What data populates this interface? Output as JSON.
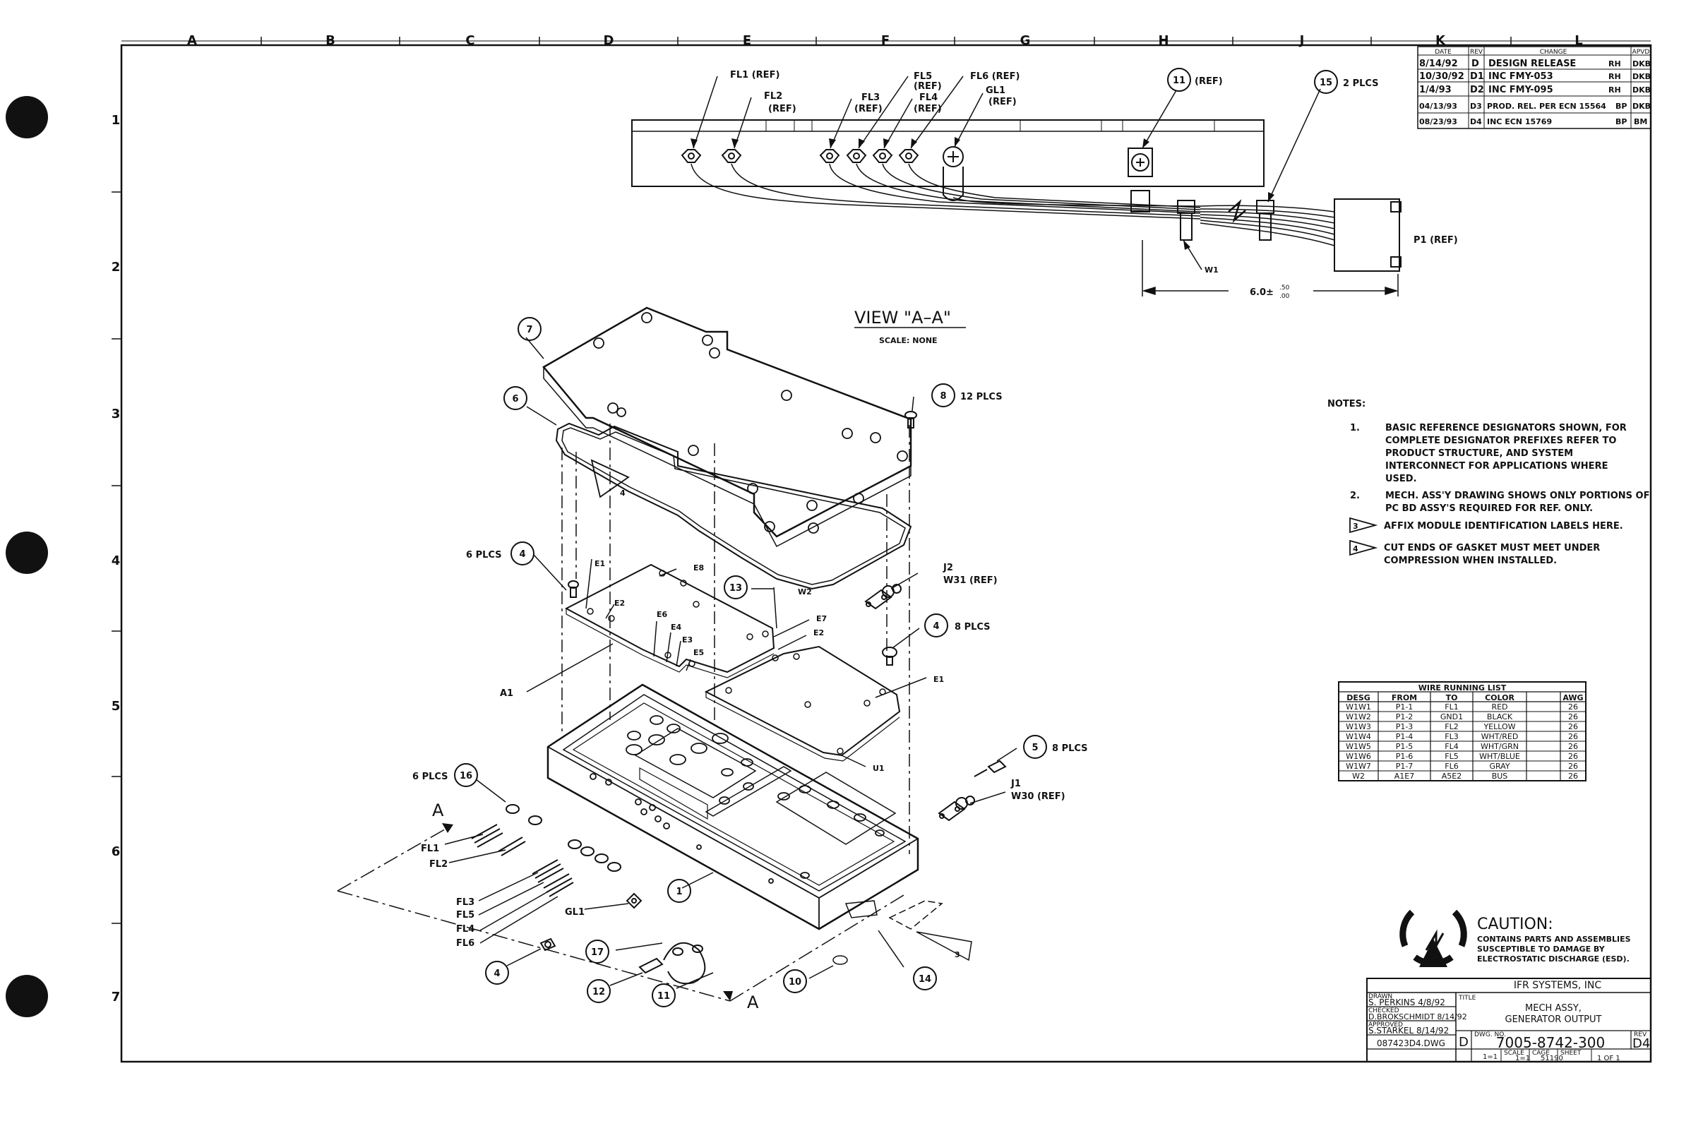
{
  "columns": [
    "A",
    "B",
    "C",
    "D",
    "E",
    "F",
    "G",
    "H",
    "J",
    "K",
    "L"
  ],
  "rows": [
    "1",
    "2",
    "3",
    "4",
    "5",
    "6",
    "7"
  ],
  "revisions": {
    "headers": [
      "DATE",
      "REV",
      "CHANGE",
      "",
      "APVD"
    ],
    "rows": [
      {
        "date": "8/14/92",
        "rev": "D",
        "change": "DESIGN RELEASE",
        "by": "RH",
        "apvd": "DKB"
      },
      {
        "date": "10/30/92",
        "rev": "D1",
        "change": "INC FMY-053",
        "by": "RH",
        "apvd": "DKB"
      },
      {
        "date": "1/4/93",
        "rev": "D2",
        "change": "INC FMY-095",
        "by": "RH",
        "apvd": "DKB"
      },
      {
        "date": "04/13/93",
        "rev": "D3",
        "change": "PROD. REL. PER ECN 15564",
        "by": "BP",
        "apvd": "DKB"
      },
      {
        "date": "08/23/93",
        "rev": "D4",
        "change": "INC ECN 15769",
        "by": "BP",
        "apvd": "BM"
      }
    ]
  },
  "harness": {
    "fl1": "FL1 (REF)",
    "fl2": "FL2",
    "fl2_ref": "(REF)",
    "fl3": "FL3",
    "fl3_ref": "(REF)",
    "fl5": "FL5",
    "fl5_ref": "(REF)",
    "fl4": "FL4",
    "fl4_ref": "(REF)",
    "fl6": "FL6 (REF)",
    "gl1": "GL1",
    "gl1_ref": "(REF)",
    "balloon11": "11",
    "balloon11_note": "(REF)",
    "balloon15": "15",
    "balloon15_note": "2 PLCS",
    "p1": "P1 (REF)",
    "w1": "W1",
    "dim_value": "6.0±",
    "dim_tol_plus": ".50",
    "dim_tol_minus": ".00"
  },
  "view": {
    "title": "VIEW \"A–A\"",
    "scale": "SCALE: NONE"
  },
  "notes": {
    "heading": "NOTES:",
    "items": [
      {
        "num": "1.",
        "text": [
          "BASIC REFERENCE DESIGNATORS SHOWN, FOR",
          "COMPLETE DESIGNATOR PREFIXES REFER TO",
          "PRODUCT STRUCTURE, AND SYSTEM",
          "INTERCONNECT FOR APPLICATIONS WHERE",
          "USED."
        ]
      },
      {
        "num": "2.",
        "text": [
          "MECH. ASS'Y DRAWING SHOWS ONLY PORTIONS OF",
          "PC BD ASSY'S REQUIRED FOR REF. ONLY."
        ]
      },
      {
        "num": "3",
        "text": [
          "AFFIX MODULE IDENTIFICATION LABELS HERE."
        ]
      },
      {
        "num": "4",
        "text": [
          "CUT ENDS OF GASKET MUST MEET UNDER",
          "COMPRESSION WHEN INSTALLED."
        ]
      }
    ]
  },
  "wire_list": {
    "title": "WIRE RUNNING LIST",
    "headers": [
      "DESG",
      "FROM",
      "TO",
      "COLOR",
      "AWG"
    ],
    "rows": [
      [
        "W1W1",
        "P1-1",
        "FL1",
        "RED",
        "26"
      ],
      [
        "W1W2",
        "P1-2",
        "GND1",
        "BLACK",
        "26"
      ],
      [
        "W1W3",
        "P1-3",
        "FL2",
        "YELLOW",
        "26"
      ],
      [
        "W1W4",
        "P1-4",
        "FL3",
        "WHT/RED",
        "26"
      ],
      [
        "W1W5",
        "P1-5",
        "FL4",
        "WHT/GRN",
        "26"
      ],
      [
        "W1W6",
        "P1-6",
        "FL5",
        "WHT/BLUE",
        "26"
      ],
      [
        "W1W7",
        "P1-7",
        "FL6",
        "GRAY",
        "26"
      ],
      [
        "W2",
        "A1E7",
        "A5E2",
        "BUS",
        "26"
      ]
    ]
  },
  "callouts": {
    "b7": "7",
    "b6": "6",
    "b8": "8",
    "b8_note": "12 PLCS",
    "b4a": "4",
    "b4a_note": "6 PLCS",
    "e1": "E1",
    "e8": "E8",
    "e2": "E2",
    "e6": "E6",
    "e4": "E4",
    "e3": "E3",
    "e5": "E5",
    "b13": "13",
    "w2": "W2",
    "e7": "E7",
    "e2b": "E2",
    "j2": "J2",
    "w31": "W31 (REF)",
    "b4b": "4",
    "b4b_note": "8 PLCS",
    "e1b": "E1",
    "a1": "A1",
    "u1": "U1",
    "b5": "5",
    "b5_note": "8 PLCS",
    "j1": "J1",
    "w30": "W30 (REF)",
    "b16": "16",
    "b16_note": "6 PLCS",
    "section_a": "A",
    "section_a2": "A",
    "fl1": "FL1",
    "fl2": "FL2",
    "fl3": "FL3",
    "fl5": "FL5",
    "fl4": "FL4",
    "fl6": "FL6",
    "gl1": "GL1",
    "b1": "1",
    "b4c": "4",
    "b17": "17",
    "b12": "12",
    "b11": "11",
    "b10": "10",
    "b14": "14",
    "flag3": "3",
    "flag4": "4"
  },
  "caution": {
    "title": "CAUTION:",
    "lines": [
      "CONTAINS PARTS AND ASSEMBLIES",
      "SUSCEPTIBLE TO DAMAGE BY",
      "ELECTROSTATIC DISCHARGE (ESD)."
    ]
  },
  "title_block": {
    "company": "IFR SYSTEMS, INC",
    "drawn_label": "DRAWN",
    "drawn": "S. PERKINS 4/8/92",
    "checked_label": "CHECKED",
    "checked": "D.BROKSCHMIDT 8/14/92",
    "approved_label": "APPROVED",
    "approved": "S.STARKEL 8/14/92",
    "file": "087423D4.DWG",
    "title_label": "TITLE",
    "title1": "MECH ASSY,",
    "title2": "GENERATOR OUTPUT",
    "size": "D",
    "dwg_label": "DWG. NO.",
    "dwg_no": "7005-8742-300",
    "rev_label": "REV",
    "rev": "D4",
    "scale_label": "SCALE",
    "scale": "1=1",
    "scale2": "1=1",
    "cage_label": "CAGE",
    "cage": "51190",
    "sheet_label": "SHEET",
    "sheet": "1 OF 1"
  }
}
